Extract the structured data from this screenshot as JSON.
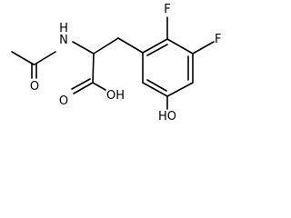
{
  "diagram": {
    "type": "skeletal-formula",
    "labels": {
      "nitrogen": "N",
      "nitrogen_hydrogen": "H",
      "carbonyl_oxygen_acetyl": "O",
      "carbonyl_oxygen_acid": "O",
      "hydroxyl_acid": "OH",
      "fluorine_upper": "F",
      "fluorine_lower": "F",
      "hydroxyl_phenol": "HO"
    }
  }
}
